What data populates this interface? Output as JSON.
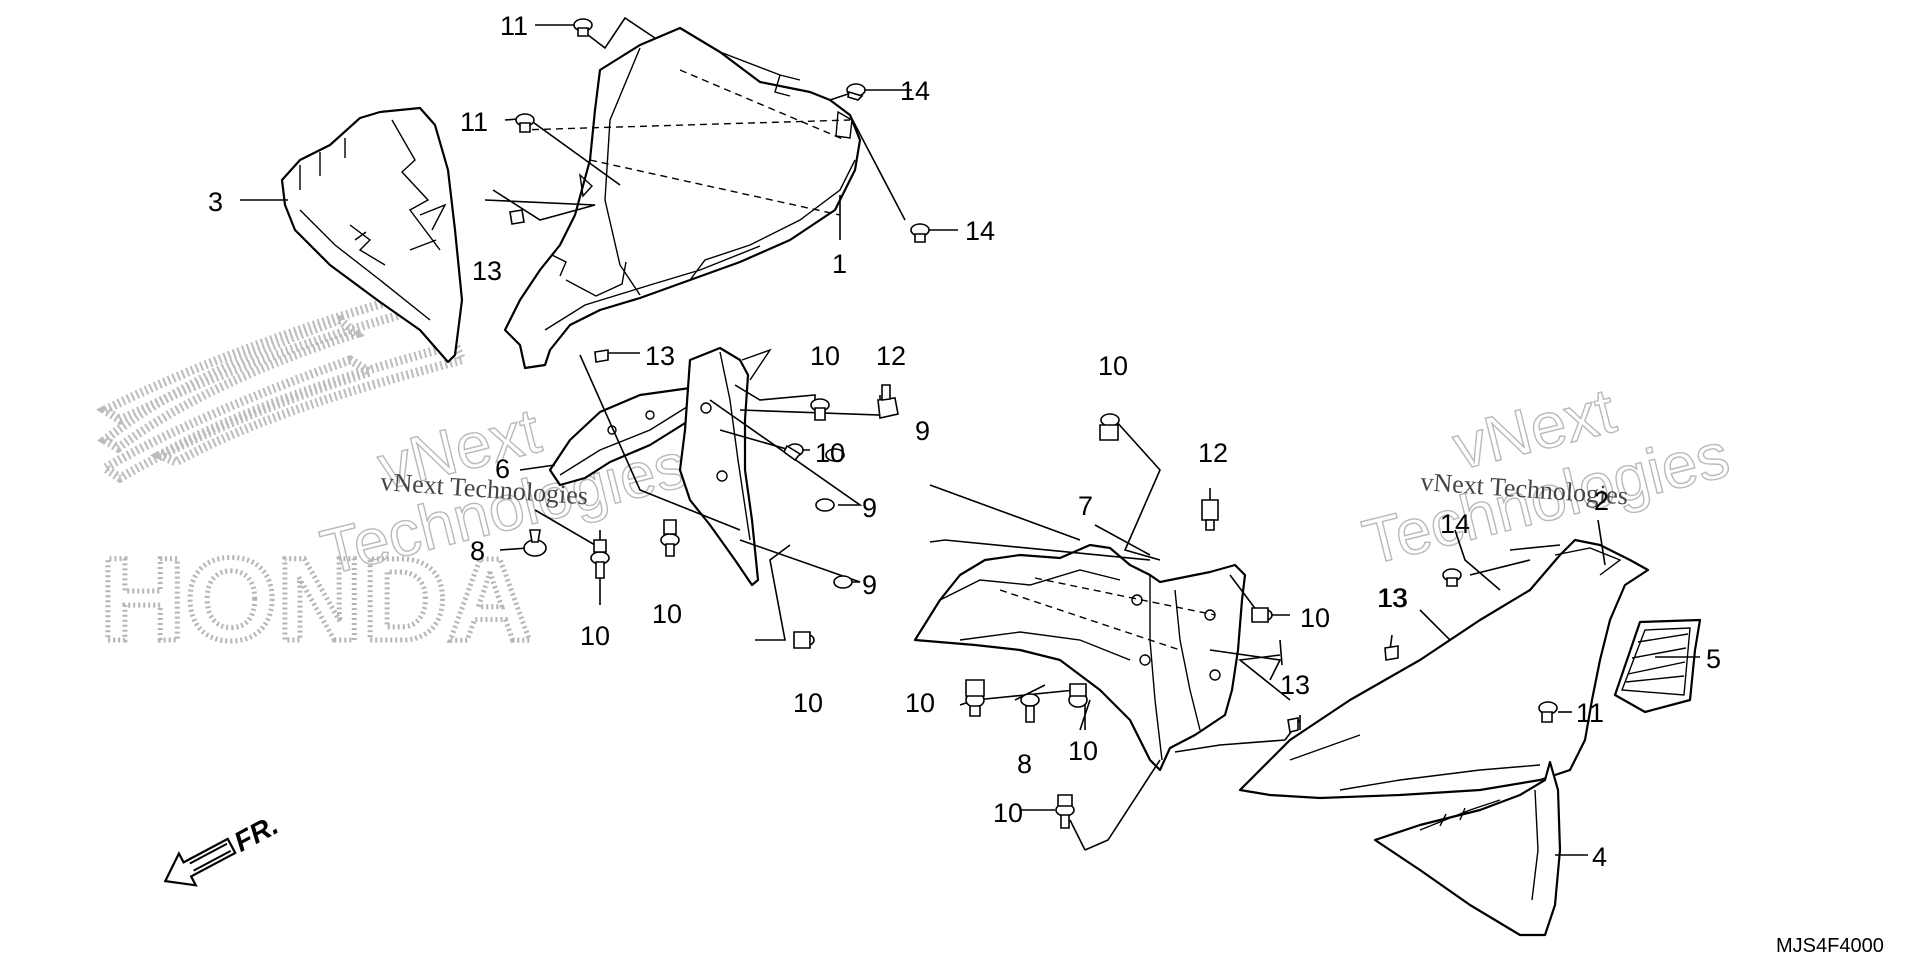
{
  "callouts": [
    "11",
    "11",
    "14",
    "14",
    "3",
    "13",
    "1",
    "13",
    "10",
    "12",
    "10",
    "6",
    "9",
    "9",
    "9",
    "8",
    "10",
    "10",
    "10",
    "10",
    "12",
    "7",
    "13",
    "10",
    "13",
    "10",
    "8",
    "10",
    "10",
    "2",
    "14",
    "13",
    "5",
    "11",
    "4"
  ],
  "watermark": {
    "line1": "vNext Technologies",
    "line2": "vNext",
    "line3": "Technologies",
    "brand": "HONDA"
  },
  "direction_label": "FR.",
  "diagram_code": "MJS4F4000"
}
